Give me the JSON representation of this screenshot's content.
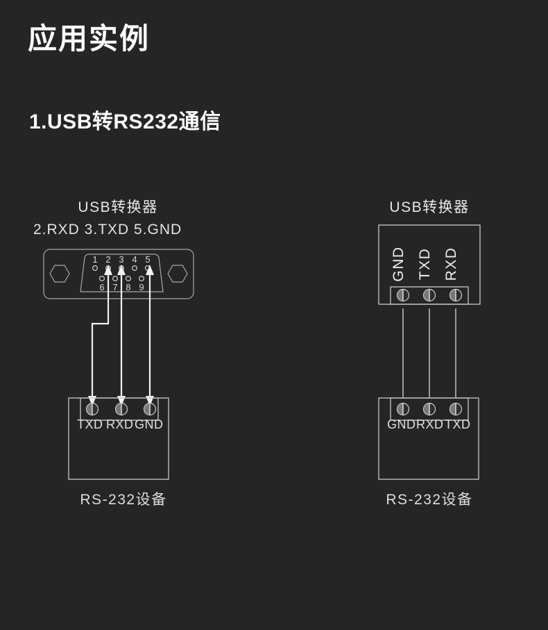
{
  "page": {
    "background_color": "#252525",
    "text_color": "#e8e8e8"
  },
  "headings": {
    "main_title": "应用实例",
    "section_title": "1.USB转RS232通信"
  },
  "left_diagram": {
    "converter_title": "USB转换器",
    "pin_mapping_note": "2.RXD  3.TXD  5.GND",
    "db9": {
      "row_top_pins": [
        "1",
        "2",
        "3",
        "4",
        "5"
      ],
      "row_bottom_pins": [
        "6",
        "7",
        "8",
        "9"
      ],
      "connected_pins": [
        "2",
        "3",
        "5"
      ]
    },
    "device_terminals": [
      "TXD",
      "RXD",
      "GND"
    ],
    "device_caption": "RS-232设备"
  },
  "right_diagram": {
    "converter_title": "USB转换器",
    "converter_terminals": [
      "GND",
      "TXD",
      "RXD"
    ],
    "device_terminals": [
      "GND",
      "RXD",
      "TXD"
    ],
    "device_caption": "RS-232设备"
  }
}
